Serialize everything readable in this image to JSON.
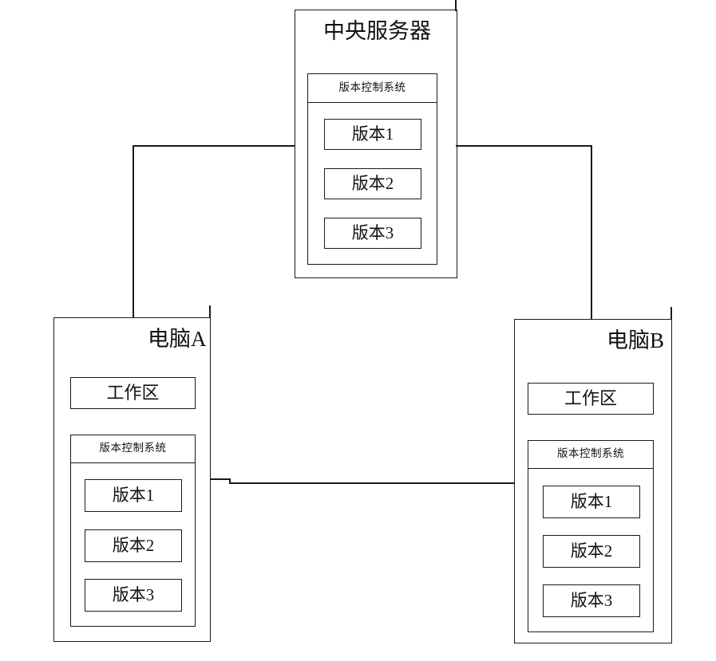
{
  "diagram": {
    "title_text_present": false,
    "nodes": [
      {
        "id": "central-server",
        "title": "中央服务器",
        "vcs": {
          "header": "版本控制系统",
          "versions": [
            "版本1",
            "版本2",
            "版本3"
          ]
        }
      },
      {
        "id": "computer-a",
        "title": "电脑A",
        "workspace": "工作区",
        "vcs": {
          "header": "版本控制系统",
          "versions": [
            "版本1",
            "版本2",
            "版本3"
          ]
        }
      },
      {
        "id": "computer-b",
        "title": "电脑B",
        "workspace": "工作区",
        "vcs": {
          "header": "版本控制系统",
          "versions": [
            "版本1",
            "版本2",
            "版本3"
          ]
        }
      }
    ],
    "connections": [
      {
        "id": "server-to-computer-a",
        "from": "central-server",
        "to": "computer-a",
        "style": "orthogonal"
      },
      {
        "id": "server-to-computer-b",
        "from": "central-server",
        "to": "computer-b",
        "style": "orthogonal"
      },
      {
        "id": "computer-a-to-computer-b",
        "from": "computer-a",
        "to": "computer-b",
        "style": "orthogonal-step"
      }
    ],
    "colors": {
      "stroke": "#1a1a1a",
      "background": "#ffffff",
      "text": "#111111"
    }
  }
}
